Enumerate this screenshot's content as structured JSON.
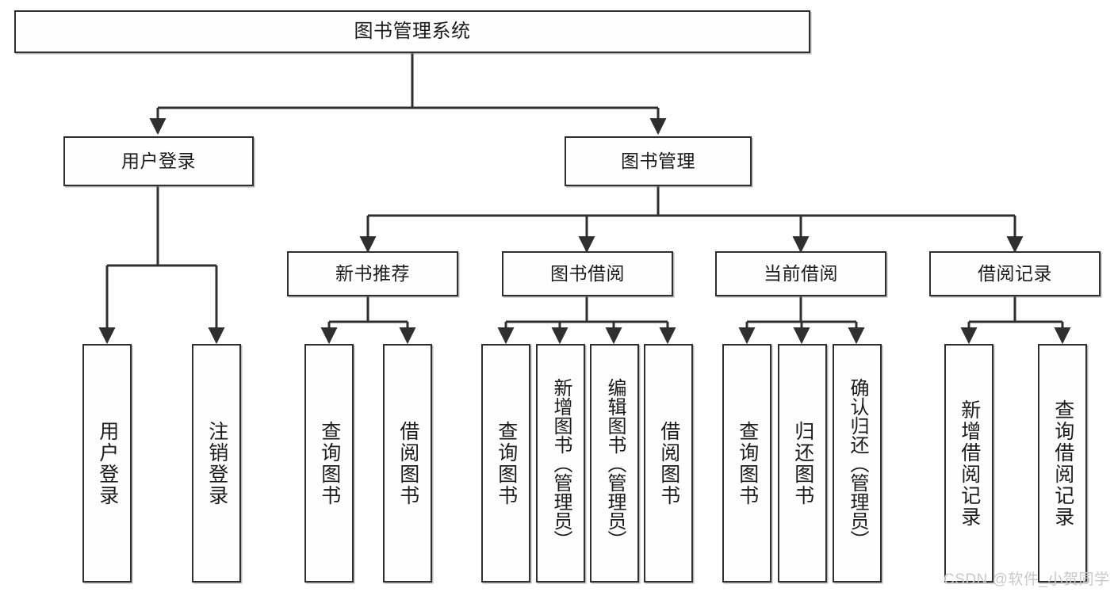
{
  "diagram": {
    "title": "图书管理系统",
    "root": {
      "label": "图书管理系统"
    },
    "level1": [
      {
        "label": "用户登录"
      },
      {
        "label": "图书管理"
      }
    ],
    "level2": [
      {
        "label": "新书推荐"
      },
      {
        "label": "图书借阅"
      },
      {
        "label": "当前借阅"
      },
      {
        "label": "借阅记录"
      }
    ],
    "leaves": {
      "user_login": [
        {
          "label": "用户登录"
        },
        {
          "label": "注销登录"
        }
      ],
      "new_book_recommend": [
        {
          "label": "查询图书"
        },
        {
          "label": "借阅图书"
        }
      ],
      "book_borrow": [
        {
          "label": "查询图书"
        },
        {
          "label": "新增图书（管理员）"
        },
        {
          "label": "编辑图书（管理员）"
        },
        {
          "label": "借阅图书"
        }
      ],
      "current_borrow": [
        {
          "label": "查询图书"
        },
        {
          "label": "归还图书"
        },
        {
          "label": "确认归还（管理员）"
        }
      ],
      "borrow_record": [
        {
          "label": "新增借阅记录"
        },
        {
          "label": "查询借阅记录"
        }
      ]
    },
    "watermark": "CSDN @软件_小贺同学",
    "colors": {
      "border": "#2f2f2f",
      "fill": "#fefefe",
      "text": "#1b1b1b",
      "watermark": "#c9c9c9"
    }
  }
}
